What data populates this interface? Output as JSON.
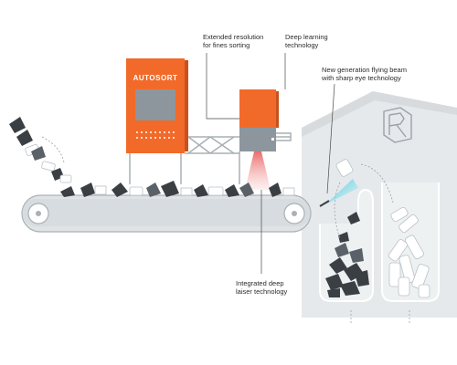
{
  "machine": {
    "brand_label": "AUTOSORT"
  },
  "callouts": {
    "fines_sorting": "Extended resolution\nfor fines sorting",
    "deep_learning": "Deep learning\ntechnology",
    "flying_beam": "New generation flying beam\nwith sharp eye technology",
    "deep_laser": "Integrated deep\nlaiser technology"
  },
  "colors": {
    "brand_orange": "#f26a2a",
    "steel_grey": "#8d969d",
    "light_grey": "#e4e8ea",
    "dark_waste": "#3a3f44",
    "laser_red": "#f08c8c",
    "beam_cyan": "#4fd1e6"
  },
  "icons": [
    "autosort-logo-icon",
    "laser-beam-icon",
    "air-jet-beam-icon"
  ]
}
